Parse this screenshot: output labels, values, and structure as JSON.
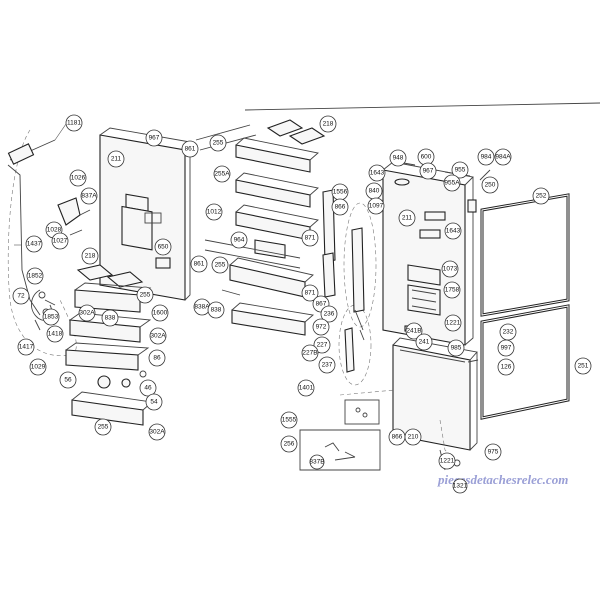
{
  "watermark": "piecesdetachesrelec.com",
  "colors": {
    "line": "#222222",
    "watermark": "#9a9fd6",
    "background": "#ffffff"
  },
  "callouts": {
    "c1181": "1181",
    "c967a": "967",
    "c211a": "211",
    "c1026": "1026",
    "c837a": "837A",
    "c1028": "1028",
    "c1027": "1027",
    "c1437": "1437",
    "c650": "650",
    "c218a": "218",
    "c861a": "861",
    "c255a": "255",
    "c255b": "255A",
    "c1012": "1012",
    "c964": "964",
    "c861b": "861",
    "c255c": "255",
    "c838a": "838A",
    "c838b": "838",
    "c218b": "218",
    "c1852": "1852",
    "c72": "72",
    "c1853": "1853",
    "c1418": "1418",
    "c1417": "1417",
    "c302a": "302A",
    "c838c": "838",
    "c1600": "1600",
    "c255d": "255",
    "c302b": "302A",
    "c86": "86",
    "c1029": "1029",
    "c56": "56",
    "c46": "46",
    "c54": "54",
    "c255e": "255",
    "c302c": "302A",
    "c1556": "1556",
    "c866a": "866",
    "c871a": "871",
    "c871b": "871",
    "c867": "867",
    "c236": "236",
    "c972": "972",
    "c227": "227",
    "c227b": "227B",
    "c237": "237",
    "c948": "948",
    "c600": "600",
    "c967b": "967",
    "c955": "955",
    "c955a": "955A",
    "c984": "984",
    "c984a": "984A",
    "c250": "250",
    "c1643a": "1643",
    "c840": "840",
    "c1097": "1097",
    "c211b": "211",
    "c1643b": "1643",
    "c1073": "1073",
    "c1758": "1758",
    "c1221a": "1221",
    "c241b": "241B",
    "c241": "241",
    "c985": "985",
    "c232": "232",
    "c997": "997",
    "c126": "126",
    "c252": "252",
    "c251": "251",
    "c1401": "1401",
    "c1555": "1555",
    "c256": "256",
    "c837b": "837B",
    "c866b": "866",
    "c210": "210",
    "c975": "975",
    "c1221b": "1221",
    "c1321": "1321"
  }
}
